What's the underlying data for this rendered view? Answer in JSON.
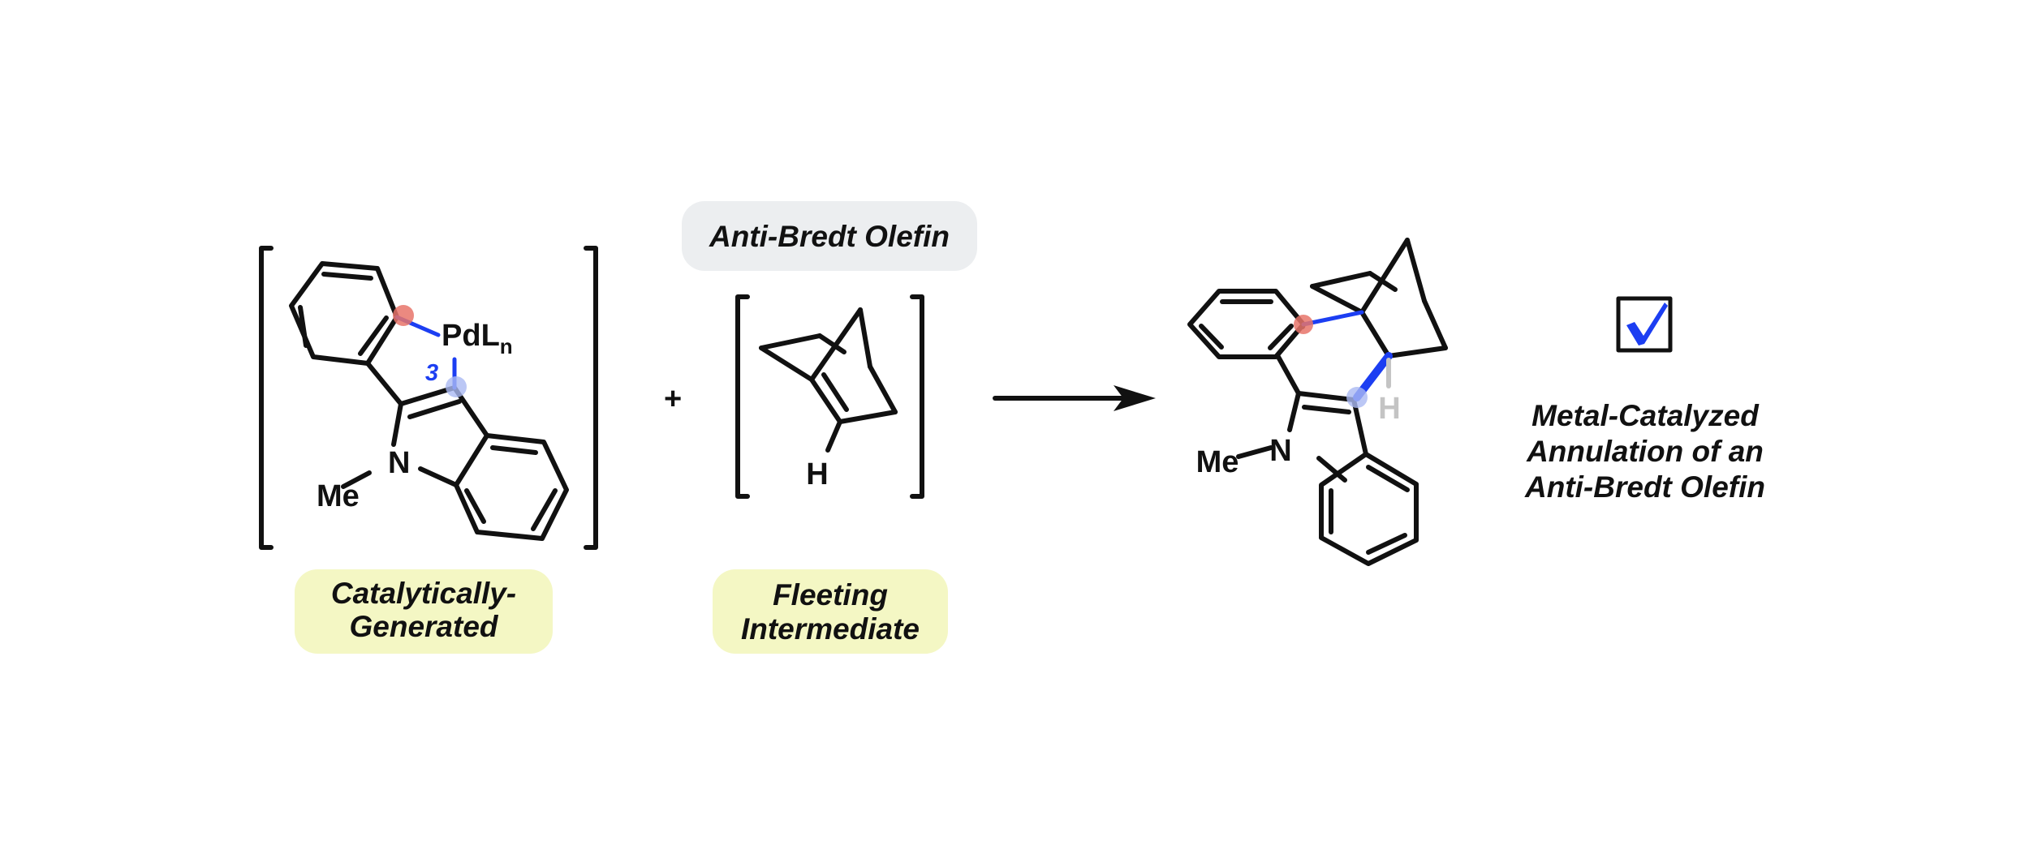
{
  "reactant_pd": {
    "pd_label": "Pd",
    "ligand_label": "L",
    "ligand_subscript": "n",
    "nitrogen_label": "N",
    "methyl_label": "Me",
    "position_label": "3",
    "tag_line1": "Catalytically-",
    "tag_line2": "Generated"
  },
  "plus_sign": "+",
  "olefin": {
    "header": "Anti-Bredt Olefin",
    "hydrogen_label": "H",
    "tag_line1": "Fleeting",
    "tag_line2": "Intermediate"
  },
  "product": {
    "nitrogen_label": "N",
    "methyl_label": "Me",
    "hydrogen_label": "H"
  },
  "result": {
    "line1": "Metal-Catalyzed",
    "line2": "Annulation of an",
    "line3": "Anti-Bredt Olefin"
  },
  "colors": {
    "bond": "#111111",
    "new_bond_blue": "#1c3ef2",
    "highlight_red": "#e8746a",
    "highlight_blue": "#aab9f3",
    "tag_yellow": "#f4f7c4",
    "tag_gray": "#eceef0",
    "hydrogen_gray": "#c4c4c4",
    "check_blue": "#1c3ef2"
  }
}
